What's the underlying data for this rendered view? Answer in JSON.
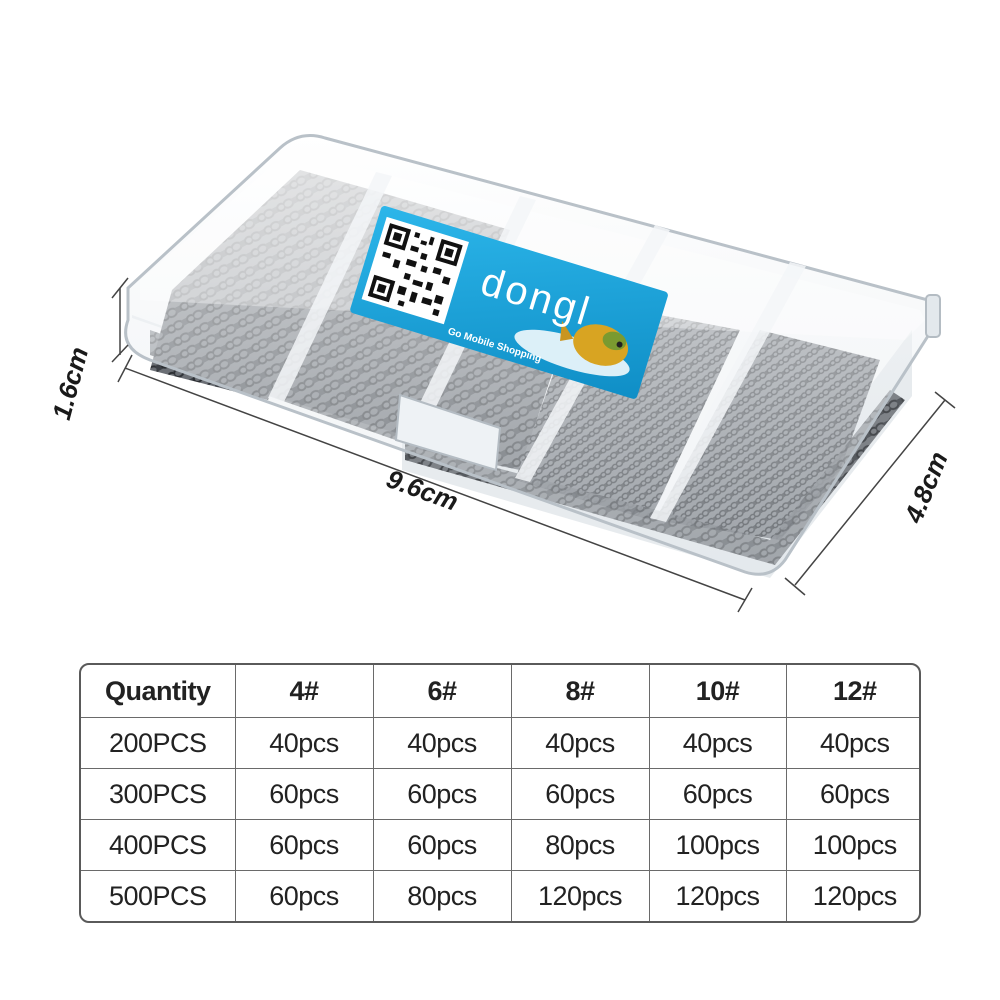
{
  "dimensions": {
    "height": "1.6cm",
    "length": "9.6cm",
    "width": "4.8cm"
  },
  "label": {
    "brand": "dongl",
    "tagline": "Go Mobile Shopping"
  },
  "table": {
    "headers": [
      "Quantity",
      "4#",
      "6#",
      "8#",
      "10#",
      "12#"
    ],
    "rows": [
      [
        "200PCS",
        "40pcs",
        "40pcs",
        "40pcs",
        "40pcs",
        "40pcs"
      ],
      [
        "300PCS",
        "60pcs",
        "60pcs",
        "60pcs",
        "60pcs",
        "60pcs"
      ],
      [
        "400PCS",
        "60pcs",
        "60pcs",
        "80pcs",
        "100pcs",
        "100pcs"
      ],
      [
        "500PCS",
        "60pcs",
        "80pcs",
        "120pcs",
        "120pcs",
        "120pcs"
      ]
    ]
  },
  "colors": {
    "label_blue": "#1aa3d8",
    "box_plastic": "#e8ecef",
    "swivel_metal": "#4a4d52",
    "table_border": "#5a5a5a"
  }
}
